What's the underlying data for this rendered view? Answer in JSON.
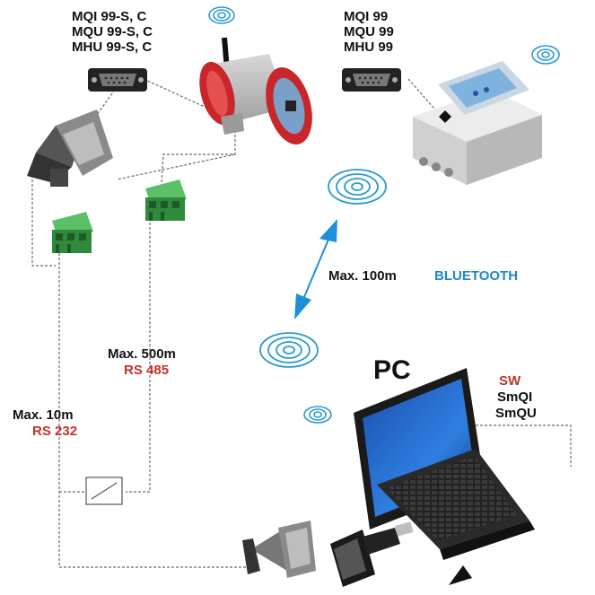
{
  "labels": {
    "top_left_models": [
      "MQI  99-S, C",
      "MQU 99-S, C",
      "MHU 99-S, C"
    ],
    "top_right_models": [
      "MQI  99",
      "MQU 99",
      "MHU 99"
    ],
    "bluetooth": {
      "distance": "Max.  100m",
      "protocol": "BLUETOOTH"
    },
    "rs485": {
      "distance": "Max.  500m",
      "protocol": "RS 485"
    },
    "rs232": {
      "distance": "Max.  10m",
      "protocol": "RS 232"
    },
    "pc": "PC",
    "software": [
      "SW",
      "SmQI",
      "SmQU"
    ]
  },
  "colors": {
    "accent_red": "#c0332a",
    "bluetooth_blue": "#1f86c8",
    "arrow_blue": "#1e8fd8",
    "connector_green": "#3a9a4a",
    "sensor_red": "#c8262a",
    "line_gray": "#6a6a6a"
  },
  "icons": [
    "wireless-signal-icon",
    "db9-connector-icon",
    "terminal-block-icon",
    "converter-box-icon",
    "usb-serial-adapter-icon"
  ]
}
